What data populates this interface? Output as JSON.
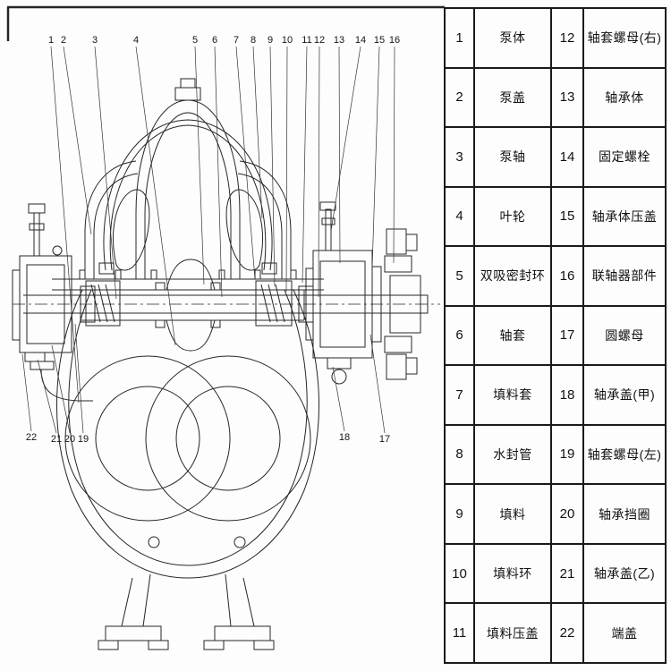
{
  "diagram": {
    "callouts_top": [
      "1",
      "2",
      "3",
      "4",
      "5",
      "6",
      "7",
      "8",
      "9",
      "10",
      "11",
      "12",
      "13",
      "14",
      "15",
      "16"
    ],
    "callouts_bottom_left": [
      "22",
      "21",
      "20",
      "19"
    ],
    "callouts_bottom_right": [
      "18",
      "17"
    ]
  },
  "table": {
    "rows": [
      {
        "no_l": "1",
        "name_l": "泵体",
        "no_r": "12",
        "name_r": "轴套螺母(右)"
      },
      {
        "no_l": "2",
        "name_l": "泵盖",
        "no_r": "13",
        "name_r": "轴承体"
      },
      {
        "no_l": "3",
        "name_l": "泵轴",
        "no_r": "14",
        "name_r": "固定螺栓"
      },
      {
        "no_l": "4",
        "name_l": "叶轮",
        "no_r": "15",
        "name_r": "轴承体压盖"
      },
      {
        "no_l": "5",
        "name_l": "双吸密封环",
        "no_r": "16",
        "name_r": "联轴器部件"
      },
      {
        "no_l": "6",
        "name_l": "轴套",
        "no_r": "17",
        "name_r": "圆螺母"
      },
      {
        "no_l": "7",
        "name_l": "填料套",
        "no_r": "18",
        "name_r": "轴承盖(甲)"
      },
      {
        "no_l": "8",
        "name_l": "水封管",
        "no_r": "19",
        "name_r": "轴套螺母(左)"
      },
      {
        "no_l": "9",
        "name_l": "填料",
        "no_r": "20",
        "name_r": "轴承挡圈"
      },
      {
        "no_l": "10",
        "name_l": "填料环",
        "no_r": "21",
        "name_r": "轴承盖(乙)"
      },
      {
        "no_l": "11",
        "name_l": "填料压盖",
        "no_r": "22",
        "name_r": "端盖"
      }
    ]
  },
  "colors": {
    "line": "#262626",
    "text": "#111111",
    "table_border": "#1a1a1a",
    "background": "#fdfdfd"
  }
}
